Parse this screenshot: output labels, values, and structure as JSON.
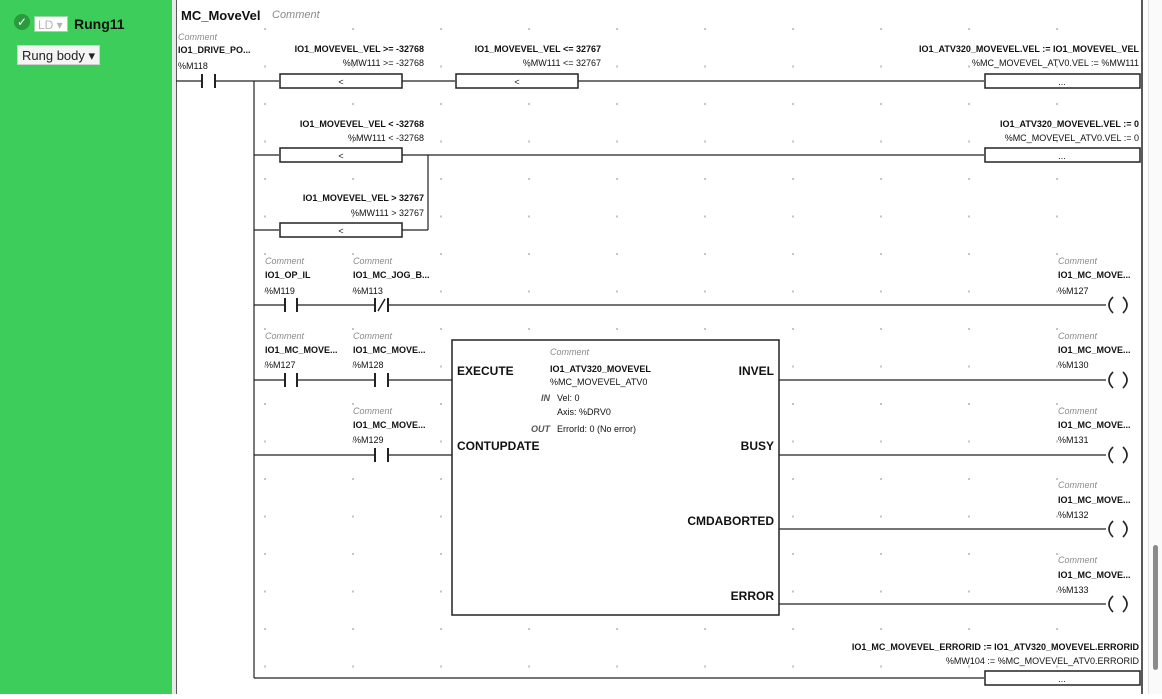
{
  "sidebar": {
    "lang": "LD",
    "rung_name": "Rung11",
    "rung_body": "Rung body"
  },
  "header": {
    "title": "MC_MoveVel",
    "comment": "Comment"
  },
  "labels": {
    "comment": "Comment",
    "ellipsis": "..."
  },
  "contacts": {
    "drive_power": {
      "name": "IO1_DRIVE_PO...",
      "addr": "%M118"
    },
    "op_il": {
      "name": "IO1_OP_IL",
      "addr": "%M119"
    },
    "jog": {
      "name": "IO1_MC_JOG_B...",
      "addr": "%M113"
    },
    "c127": {
      "name": "IO1_MC_MOVE...",
      "addr": "%M127"
    },
    "c128": {
      "name": "IO1_MC_MOVE...",
      "addr": "%M128"
    },
    "c129": {
      "name": "IO1_MC_MOVE...",
      "addr": "%M129"
    }
  },
  "compares": {
    "c1": {
      "title": "IO1_MOVEVEL_VEL >= -32768",
      "sub": "%MW111 >= -32768",
      "op": "<"
    },
    "c2": {
      "title": "IO1_MOVEVEL_VEL <= 32767",
      "sub": "%MW111 <= 32767",
      "op": "<"
    },
    "c3": {
      "title": "IO1_MOVEVEL_VEL < -32768",
      "sub": "%MW111 < -32768",
      "op": "<"
    },
    "c4": {
      "title": "IO1_MOVEVEL_VEL > 32767",
      "sub": "%MW111 > 32767",
      "op": "<"
    }
  },
  "operations": {
    "o1": {
      "title": "IO1_ATV320_MOVEVEL.VEL := IO1_MOVEVEL_VEL",
      "sub": "%MC_MOVEVEL_ATV0.VEL := %MW111"
    },
    "o2": {
      "title": "IO1_ATV320_MOVEVEL.VEL := 0",
      "sub": "%MC_MOVEVEL_ATV0.VEL := 0"
    },
    "o3": {
      "title": "IO1_MC_MOVEVEL_ERRORID := IO1_ATV320_MOVEVEL.ERRORID",
      "sub": "%MW104 := %MC_MOVEVEL_ATV0.ERRORID"
    }
  },
  "coils": {
    "m127": {
      "name": "IO1_MC_MOVE...",
      "addr": "%M127"
    },
    "m130": {
      "name": "IO1_MC_MOVE...",
      "addr": "%M130"
    },
    "m131": {
      "name": "IO1_MC_MOVE...",
      "addr": "%M131"
    },
    "m132": {
      "name": "IO1_MC_MOVE...",
      "addr": "%M132"
    },
    "m133": {
      "name": "IO1_MC_MOVE...",
      "addr": "%M133"
    }
  },
  "fb": {
    "name": "IO1_ATV320_MOVEVEL",
    "instance": "%MC_MOVEVEL_ATV0",
    "in_label": "IN",
    "out_label": "OUT",
    "vel": "Vel: 0",
    "axis": "Axis: %DRV0",
    "errorid": "ErrorId: 0 (No error)",
    "pin_execute": "EXECUTE",
    "pin_contupdate": "CONTUPDATE",
    "pin_invel": "INVEL",
    "pin_busy": "BUSY",
    "pin_cmdaborted": "CMDABORTED",
    "pin_error": "ERROR"
  }
}
